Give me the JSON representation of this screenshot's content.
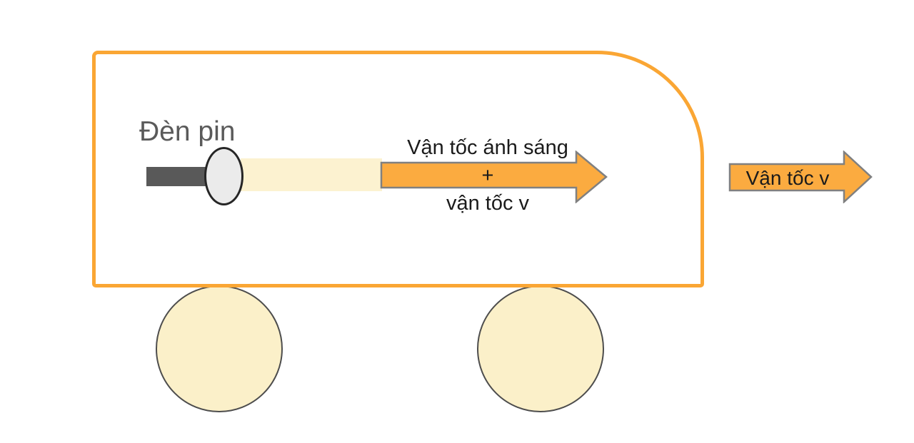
{
  "diagram": {
    "title_context": "Light velocity addition diagram",
    "flashlight_label": "Đèn pin",
    "inside_arrow": {
      "line1": "Vận tốc ánh sáng",
      "line2": "+",
      "line3": "vận tốc v"
    },
    "outside_arrow": {
      "label": "Vận tốc v"
    }
  },
  "colors": {
    "vehicle_outline": "#FAA634",
    "vehicle_fill": "#FFFFFF",
    "arrow_fill": "#FBAB40",
    "arrow_stroke": "#808080",
    "light_beam": "#FCF2D0",
    "wheel_fill": "#FBF0C9",
    "wheel_stroke": "#4D4D4D",
    "flashlight_handle": "#595959",
    "flashlight_lens": "#EBEBEB",
    "label_gray": "#5A5A5A",
    "text_dark": "#1B1B1B"
  }
}
